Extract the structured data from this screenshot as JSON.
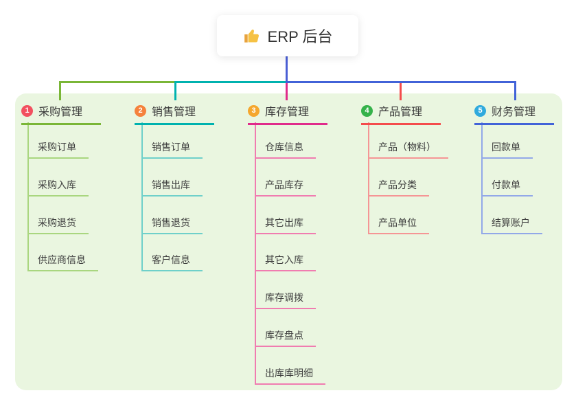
{
  "root": {
    "label": "ERP 后台",
    "icon": "thumbs-up",
    "connector_color": "#4b5fd5"
  },
  "panel_background": "#eaf6e0",
  "branches": [
    {
      "number": "1",
      "label": "采购管理",
      "badge_color": "#f2505f",
      "color": "#7ab637",
      "color_light": "#a9d67f",
      "children": [
        "采购订单",
        "采购入库",
        "采购退货",
        "供应商信息"
      ]
    },
    {
      "number": "2",
      "label": "销售管理",
      "badge_color": "#f5823c",
      "color": "#00b2af",
      "color_light": "#6fd0ca",
      "children": [
        "销售订单",
        "销售出库",
        "销售退货",
        "客户信息"
      ]
    },
    {
      "number": "3",
      "label": "库存管理",
      "badge_color": "#f5a72e",
      "color": "#e02b8b",
      "color_light": "#f07cb0",
      "children": [
        "仓库信息",
        "产品库存",
        "其它出库",
        "其它入库",
        "库存调拨",
        "库存盘点",
        "出库库明细"
      ]
    },
    {
      "number": "4",
      "label": "产品管理",
      "badge_color": "#35b24a",
      "color": "#f44c4c",
      "color_light": "#f59595",
      "children": [
        "产品（物料）",
        "产品分类",
        "产品单位"
      ]
    },
    {
      "number": "5",
      "label": "财务管理",
      "badge_color": "#30aadd",
      "color": "#4263d8",
      "color_light": "#92a8e8",
      "children": [
        "回款单",
        "付款单",
        "结算账户"
      ]
    }
  ]
}
